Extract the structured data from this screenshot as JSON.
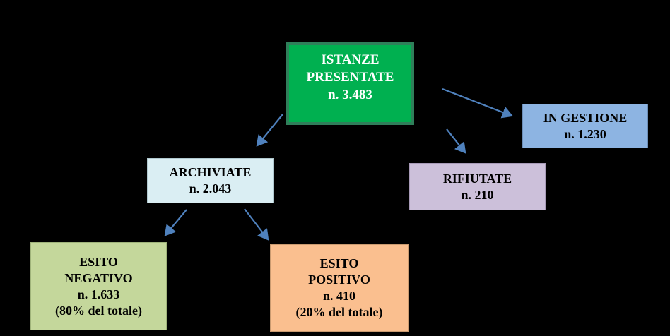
{
  "nodes": {
    "istanze": {
      "title1": "ISTANZE",
      "title2": "PRESENTATE",
      "count": "n. 3.483"
    },
    "gestione": {
      "title": "IN GESTIONE",
      "count": "n. 1.230"
    },
    "rifiutate": {
      "title": "RIFIUTATE",
      "count": "n. 210"
    },
    "archiviate": {
      "title": "ARCHIVIATE",
      "count": "n. 2.043"
    },
    "negativo": {
      "title1": "ESITO",
      "title2": "NEGATIVO",
      "count": "n. 1.633",
      "share": "(80% del totale)"
    },
    "positivo": {
      "title1": "ESITO",
      "title2": "POSITIVO",
      "count": "n. 410",
      "share": "(20% del totale)"
    }
  },
  "colors": {
    "istanze": "#00b050",
    "gestione": "#8db4e2",
    "rifiutate": "#ccc0da",
    "archiviate": "#daeef3",
    "negativo": "#c4d79b",
    "positivo": "#fabf8f",
    "arrow": "#4f81bd"
  }
}
